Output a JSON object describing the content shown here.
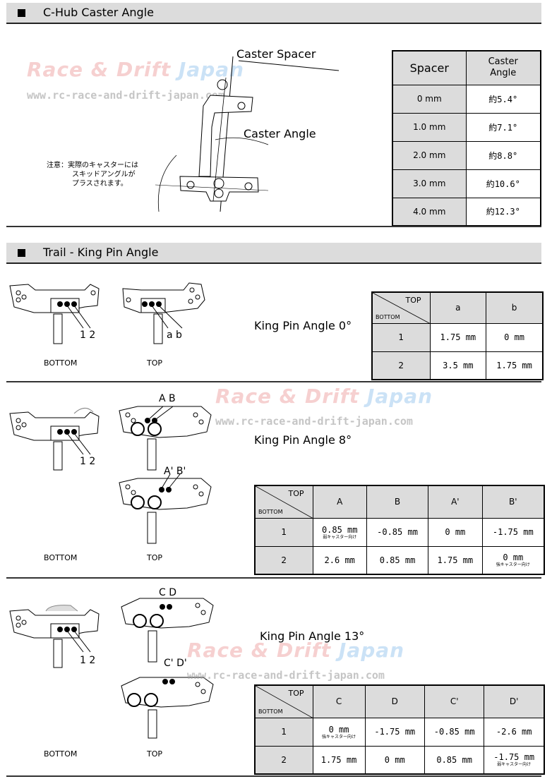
{
  "section1": {
    "title": "C-Hub Caster Angle",
    "caster_spacer_label": "Caster Spacer",
    "caster_angle_label": "Caster Angle",
    "note_lines": [
      "注意：実際のキャスターには",
      "スキッドアングルが",
      "プラスされます。"
    ],
    "table": {
      "headers": [
        "Spacer",
        "Caster Angle"
      ],
      "header2_lines": [
        "Caster",
        "Angle"
      ],
      "rows": [
        [
          "0 mm",
          "約5.4°"
        ],
        [
          "1.0 mm",
          "約7.1°"
        ],
        [
          "2.0 mm",
          "約8.8°"
        ],
        [
          "3.0 mm",
          "約10.6°"
        ],
        [
          "4.0 mm",
          "約12.3°"
        ]
      ]
    }
  },
  "watermark": {
    "brand_left": "Race & Drift",
    "brand_right": "Japan",
    "url": "www.rc-race-and-drift-japan.com"
  },
  "section2": {
    "title": "Trail - King Pin Angle",
    "bottom_label": "BOTTOM",
    "top_label": "TOP",
    "corner_top": "TOP",
    "corner_bottom": "BOTTOM",
    "kp0": {
      "title": "King Pin Angle 0°",
      "bottom_holes": "1 2",
      "top_holes": "a b",
      "cols": [
        "a",
        "b"
      ],
      "rows": [
        {
          "label": "1",
          "cells": [
            "1.75 mm",
            "0 mm"
          ]
        },
        {
          "label": "2",
          "cells": [
            "3.5 mm",
            "1.75 mm"
          ]
        }
      ]
    },
    "kp8": {
      "title": "King Pin Angle 8°",
      "bottom_holes": "1 2",
      "top_holes_1": "A B",
      "top_holes_2": "A' B'",
      "cols": [
        "A",
        "B",
        "A'",
        "B'"
      ],
      "rows": [
        {
          "label": "1",
          "cells": [
            "0.85 mm",
            "-0.85 mm",
            "0 mm",
            "-1.75 mm"
          ],
          "notes": [
            "弱キャスター向け",
            "",
            "",
            ""
          ]
        },
        {
          "label": "2",
          "cells": [
            "2.6 mm",
            "0.85 mm",
            "1.75 mm",
            "0 mm"
          ],
          "notes": [
            "",
            "",
            "",
            "強キャスター向け"
          ]
        }
      ]
    },
    "kp13": {
      "title": "King Pin Angle 13°",
      "bottom_holes": "1 2",
      "top_holes_1": "C D",
      "top_holes_2": "C' D'",
      "cols": [
        "C",
        "D",
        "C'",
        "D'"
      ],
      "rows": [
        {
          "label": "1",
          "cells": [
            "0 mm",
            "-1.75 mm",
            "-0.85 mm",
            "-2.6 mm"
          ],
          "notes": [
            "強キャスター向け",
            "",
            "",
            ""
          ]
        },
        {
          "label": "2",
          "cells": [
            "1.75 mm",
            "0 mm",
            "0.85 mm",
            "-1.75 mm"
          ],
          "notes": [
            "",
            "",
            "",
            "弱キャスター向け"
          ]
        }
      ]
    }
  }
}
